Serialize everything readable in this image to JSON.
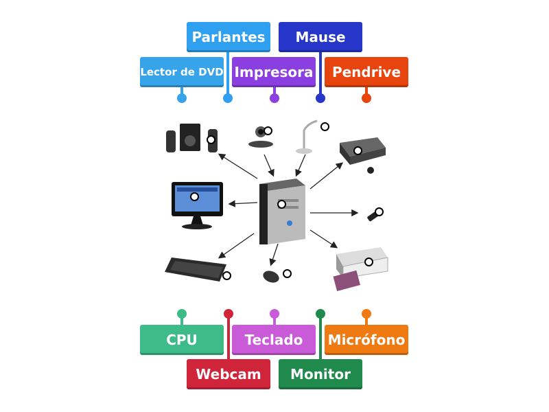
{
  "labels_top": [
    {
      "text": "Parlantes",
      "color": "#2f9ff0"
    },
    {
      "text": "Mause",
      "color": "#2536c8"
    },
    {
      "text": "Lector de DVD",
      "color": "#36a3ea"
    },
    {
      "text": "Impresora",
      "color": "#8b3fe0"
    },
    {
      "text": "Pendrive",
      "color": "#e8440e"
    }
  ],
  "labels_bottom": [
    {
      "text": "CPU",
      "color": "#3dbb88"
    },
    {
      "text": "Teclado",
      "color": "#c95ad8"
    },
    {
      "text": "Micrófono",
      "color": "#f07a12"
    },
    {
      "text": "Webcam",
      "color": "#d0243a"
    },
    {
      "text": "Monitor",
      "color": "#1f8a4c"
    }
  ],
  "hotspot_count": 10
}
